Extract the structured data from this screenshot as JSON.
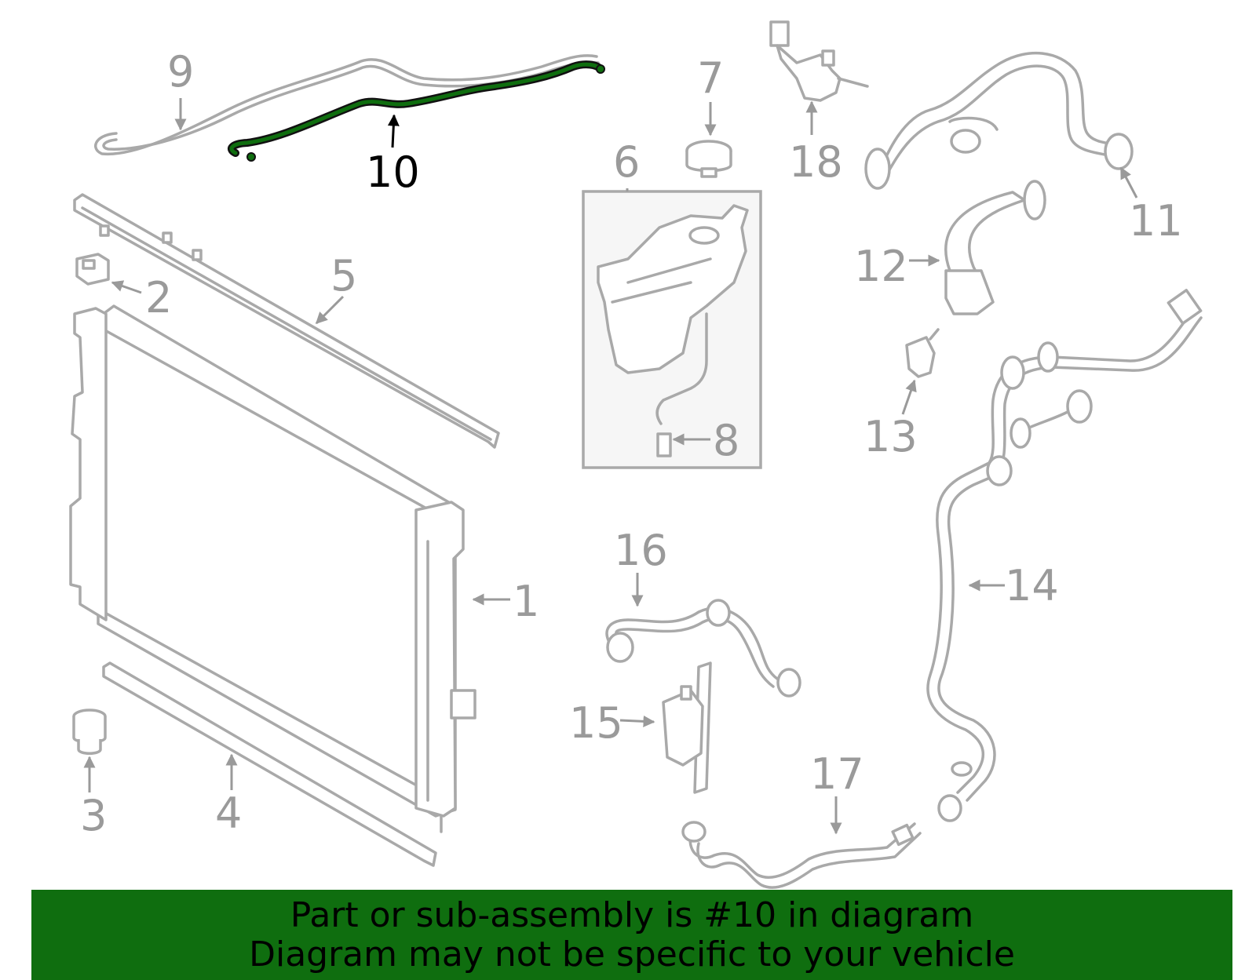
{
  "diagram": {
    "highlighted_part": "10",
    "callouts": [
      "1",
      "2",
      "3",
      "4",
      "5",
      "6",
      "7",
      "8",
      "9",
      "10",
      "11",
      "12",
      "13",
      "14",
      "15",
      "16",
      "17",
      "18"
    ]
  },
  "colors": {
    "highlight": "#0f6e0f",
    "part_lines": "#a9a9a9",
    "banner_background": "#0f6e0f"
  },
  "banner": {
    "line1": "Part or sub-assembly is #10 in diagram",
    "line2": "Diagram may not be specific to your vehicle"
  }
}
